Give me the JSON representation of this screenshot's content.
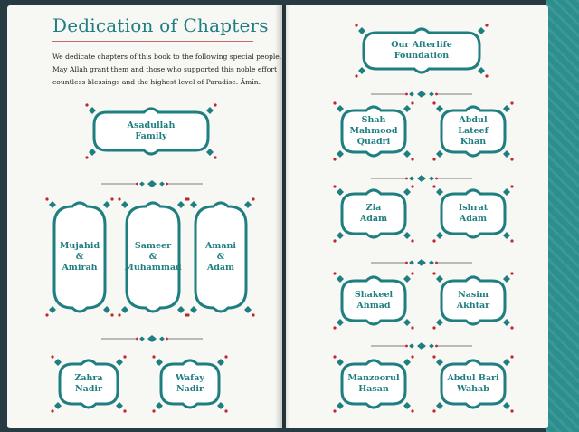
{
  "left_page": {
    "title": "Dedication of Chapters",
    "intro_lines": [
      "We dedicate chapters of this book to the following special people.",
      "May Allah grant them and those who supported this noble effort",
      "countless blessings and the highest level of Paradise. Āmīn."
    ],
    "family": [
      "Asadullah",
      "Family"
    ],
    "tall_plaques": [
      [
        "Mujahid",
        "&",
        "Amirah"
      ],
      [
        "Sameer",
        "&",
        "Muhammad"
      ],
      [
        "Amani",
        "&",
        "Adam"
      ]
    ],
    "bottom_plaques": [
      [
        "Zahra",
        "Nadir"
      ],
      [
        "Wafay",
        "Nadir"
      ]
    ]
  },
  "right_page": {
    "foundation": [
      "Our Afterlife",
      "Foundation"
    ],
    "rows": [
      [
        [
          "Shah",
          "Mahmood",
          "Quadri"
        ],
        [
          "Abdul",
          "Lateef",
          "Khan"
        ]
      ],
      [
        [
          "Zia",
          "Adam"
        ],
        [
          "Ishrat",
          "Adam"
        ]
      ],
      [
        [
          "Shakeel",
          "Ahmad"
        ],
        [
          "Nasim",
          "Akhtar"
        ]
      ],
      [
        [
          "Manzoorul",
          "Hasan"
        ],
        [
          "Abdul Bari",
          "Wahab"
        ]
      ]
    ]
  },
  "colors": {
    "teal": "#1f7e80",
    "accent_red": "#c0262c",
    "page": "#f7f7f4"
  }
}
